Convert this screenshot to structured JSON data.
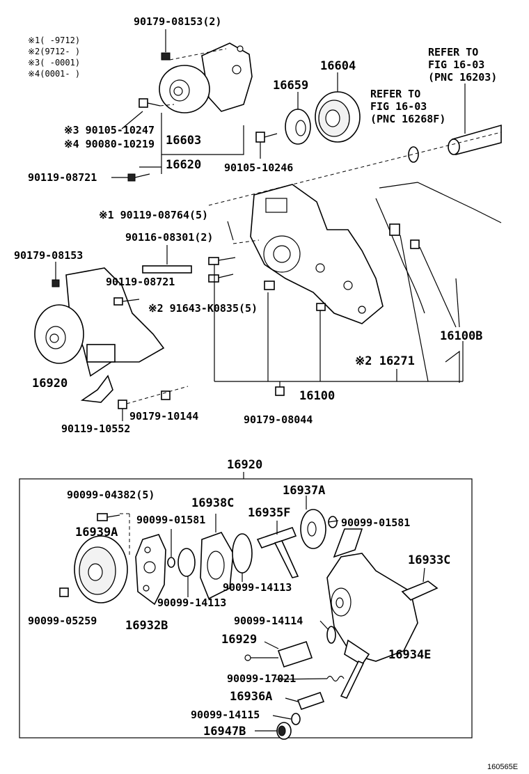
{
  "legend": [
    {
      "mark": "※1",
      "range": "(      -9712)"
    },
    {
      "mark": "※2",
      "range": "(9712-      )"
    },
    {
      "mark": "※3",
      "range": "(      -0001)"
    },
    {
      "mark": "※4",
      "range": "(0001-      )"
    }
  ],
  "top_labels": {
    "l_90179_08153_2": "90179-08153(2)",
    "l_16604": "16604",
    "l_16659": "16659",
    "l_16603": "16603",
    "l_16620": "16620",
    "l_s3_90105_10247": "※3 90105-10247",
    "l_s4_90080_10219": "※4 90080-10219",
    "l_90119_08721a": "90119-08721",
    "l_90105_10246": "90105-10246",
    "l_s1_90119_08764": "※1 90119-08764(5)",
    "l_90116_08301": "90116-08301(2)",
    "l_90179_08153": "90179-08153",
    "l_90119_08721b": "90119-08721",
    "l_s2_91643": "※2 91643-K0835(5)",
    "l_16920": "16920",
    "l_90179_10144": "90179-10144",
    "l_90119_10552": "90119-10552",
    "l_90179_08044": "90179-08044",
    "l_16100": "16100",
    "l_s2_16271": "※2 16271",
    "l_16100B": "16100B"
  },
  "refer1": [
    "REFER TO",
    "FIG 16-03",
    "(PNC 16203)"
  ],
  "refer2": [
    "REFER TO",
    "FIG 16-03",
    "(PNC 16268F)"
  ],
  "assembly": {
    "title": "16920",
    "l_90099_04382": "90099-04382(5)",
    "l_16939A": "16939A",
    "l_16938C": "16938C",
    "l_90099_01581a": "90099-01581",
    "l_16935F": "16935F",
    "l_16937A": "16937A",
    "l_90099_01581b": "90099-01581",
    "l_16933C": "16933C",
    "l_90099_14113a": "90099-14113",
    "l_90099_14113b": "90099-14113",
    "l_90099_05259": "90099-05259",
    "l_16932B": "16932B",
    "l_90099_14114": "90099-14114",
    "l_16929": "16929",
    "l_16934E": "16934E",
    "l_90099_17021": "90099-17021",
    "l_16936A": "16936A",
    "l_90099_14115": "90099-14115",
    "l_16947B": "16947B"
  },
  "figure_id": "160565E"
}
